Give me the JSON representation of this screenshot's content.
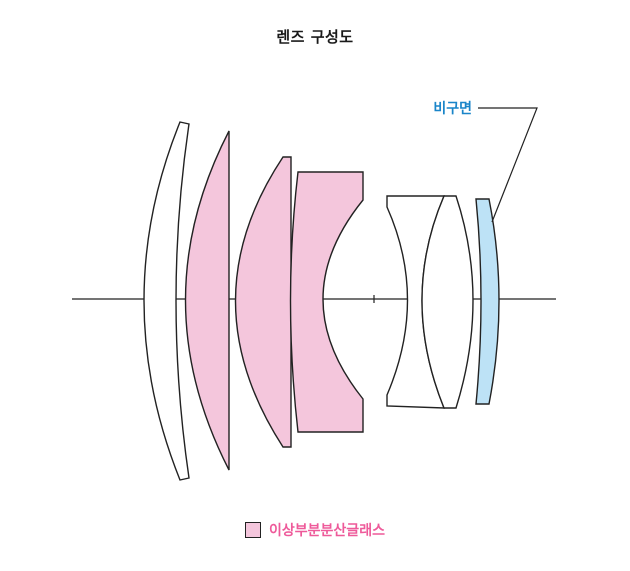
{
  "title": "렌즈 구성도",
  "annotation": {
    "label": "비구면",
    "color": "#1a85c9"
  },
  "legend": {
    "label": "이상부분분산글래스",
    "swatch_color": "#f4c6dc",
    "text_color": "#ee5a9a"
  },
  "colors": {
    "ed_glass": "#f4c6dc",
    "aspherical": "#bde2f6",
    "plain": "#ffffff",
    "outline": "#222222"
  }
}
